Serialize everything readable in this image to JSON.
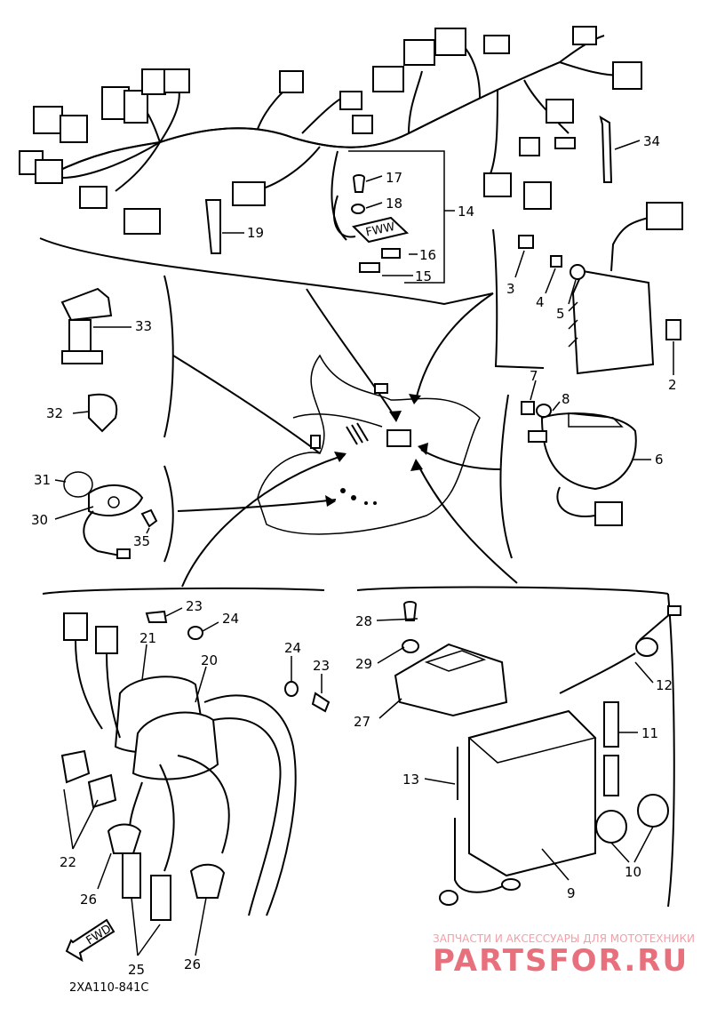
{
  "diagram": {
    "part_labels": [
      {
        "key": "34",
        "text": "34"
      },
      {
        "key": "17",
        "text": "17"
      },
      {
        "key": "18",
        "text": "18"
      },
      {
        "key": "14",
        "text": "14"
      },
      {
        "key": "19",
        "text": "19"
      },
      {
        "key": "16",
        "text": "16"
      },
      {
        "key": "15",
        "text": "15"
      },
      {
        "key": "3",
        "text": "3"
      },
      {
        "key": "4",
        "text": "4"
      },
      {
        "key": "5",
        "text": "5"
      },
      {
        "key": "33",
        "text": "33"
      },
      {
        "key": "2",
        "text": "2"
      },
      {
        "key": "32",
        "text": "32"
      },
      {
        "key": "7",
        "text": "7"
      },
      {
        "key": "8",
        "text": "8"
      },
      {
        "key": "6",
        "text": "6"
      },
      {
        "key": "31",
        "text": "31"
      },
      {
        "key": "30",
        "text": "30"
      },
      {
        "key": "35",
        "text": "35"
      },
      {
        "key": "23a",
        "text": "23"
      },
      {
        "key": "24a",
        "text": "24"
      },
      {
        "key": "28",
        "text": "28"
      },
      {
        "key": "21",
        "text": "21"
      },
      {
        "key": "20",
        "text": "20"
      },
      {
        "key": "24b",
        "text": "24"
      },
      {
        "key": "23b",
        "text": "23"
      },
      {
        "key": "29",
        "text": "29"
      },
      {
        "key": "12",
        "text": "12"
      },
      {
        "key": "27",
        "text": "27"
      },
      {
        "key": "11",
        "text": "11"
      },
      {
        "key": "13",
        "text": "13"
      },
      {
        "key": "22",
        "text": "22"
      },
      {
        "key": "26a",
        "text": "26"
      },
      {
        "key": "9",
        "text": "9"
      },
      {
        "key": "10",
        "text": "10"
      },
      {
        "key": "25",
        "text": "25"
      },
      {
        "key": "26b",
        "text": "26"
      }
    ],
    "fwd_label": "FWD",
    "relay_label": "FWW",
    "drawing_code": "2XA110-841C"
  },
  "watermark": {
    "tagline": "ЗАПЧАСТИ И АКСЕССУАРЫ ДЛЯ МОТОТЕХНИКИ",
    "brand": "PARTSFOR.RU"
  },
  "colors": {
    "ink": "#000000",
    "paper": "#ffffff",
    "watermark_light": "#f0a0a8",
    "watermark_strong": "#e8707c"
  }
}
